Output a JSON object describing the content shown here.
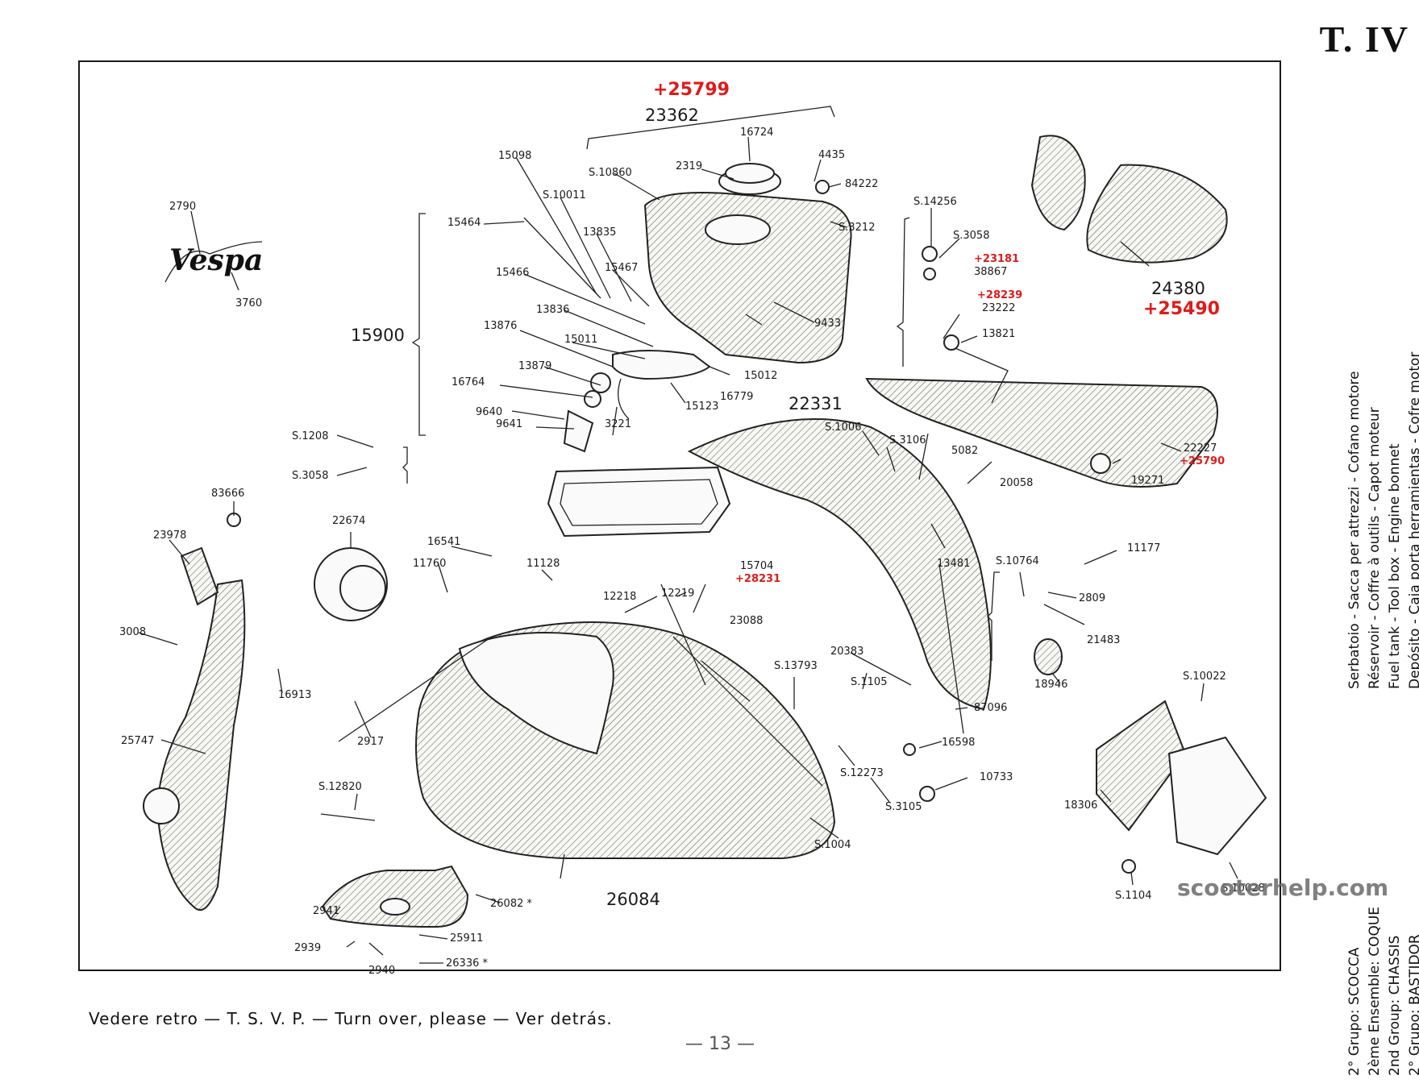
{
  "plate_id": "T. IV",
  "footer_text": "Vedere retro — T. S. V. P. — Turn over, please — Ver detrás.",
  "page_number": "— 13 —",
  "watermark": "scooterhelp.com",
  "logo_text": "Vespa",
  "side_titles": {
    "line1": "Serbatoio - Sacca per attrezzi - Cofano motore",
    "line2": "Réservoir - Coffre à outils - Capot moteur",
    "line3": "Fuel tank - Tool box - Engine bonnet",
    "line4": "Depósito - Caja porta herramientas - Cofre motor"
  },
  "group_titles": {
    "line1": "2° Grupo: SCOCCA",
    "line2": "2ème Ensemble: COQUE",
    "line3": "2nd Group: CHASSIS",
    "line4": "2° Grupo: BASTIDOR"
  },
  "labels": {
    "l23362": "23362",
    "l25799": "+25799",
    "l16724": "16724",
    "l2319": "2319",
    "l4435": "4435",
    "l84222": "84222",
    "lS3212": "S.3212",
    "lS10860": "S.10860",
    "l15098": "15098",
    "lS10011": "S.10011",
    "l15464": "15464",
    "l13835": "13835",
    "l15467": "15467",
    "l15466": "15466",
    "l13836": "13836",
    "l13876": "13876",
    "l15011": "15011",
    "l13879": "13879",
    "l16764": "16764",
    "l9640": "9640",
    "l9641": "9641",
    "l3221": "3221",
    "l15123": "15123",
    "l16779": "16779",
    "l15012": "15012",
    "l9433": "9433",
    "l15900": "15900",
    "l2790": "2790",
    "l3760": "3760",
    "lS1208": "S.1208",
    "lS3058a": "S.3058",
    "lS14256": "S.14256",
    "lS3058b": "S.3058",
    "l23181": "+23181",
    "l38867": "38867",
    "l28239": "+28239",
    "l23222": "23222",
    "l13821": "13821",
    "l24380": "24380",
    "l25490": "+25490",
    "l22331": "22331",
    "lS1006": "S.1006",
    "lS3106": "S.3106",
    "l5082": "5082",
    "l20058": "20058",
    "l13481": "13481",
    "l22227": "22227",
    "l25790": "+25790",
    "l19271": "19271",
    "l11177": "11177",
    "lS10764": "S.10764",
    "l2809": "2809",
    "l21483": "21483",
    "l18946": "18946",
    "l20383": "20383",
    "l15704": "15704",
    "l28231": "+28231",
    "l83666": "83666",
    "l23978": "23978",
    "l22674": "22674",
    "l16541": "16541",
    "l11128": "11128",
    "l11760": "11760",
    "l12219": "12219",
    "l12218": "12218",
    "l23088": "23088",
    "l3008": "3008",
    "l16913": "16913",
    "l2917": "2917",
    "l25747": "25747",
    "lS13793": "S.13793",
    "lS1105": "S.1105",
    "l87096": "87096",
    "l16598": "16598",
    "lS12273": "S.12273",
    "l10733": "10733",
    "lS3105": "S.3105",
    "lS1004": "S.1004",
    "lS12820": "S.12820",
    "l26084": "26084",
    "l26082": "26082 *",
    "l2941": "2941",
    "l2939": "2939",
    "l2940": "2940",
    "l25911": "25911",
    "l26336": "26336 *",
    "lS10022": "S.10022",
    "l18306": "18306",
    "lS1104": "S.1104",
    "lS10028": "S.10028"
  }
}
